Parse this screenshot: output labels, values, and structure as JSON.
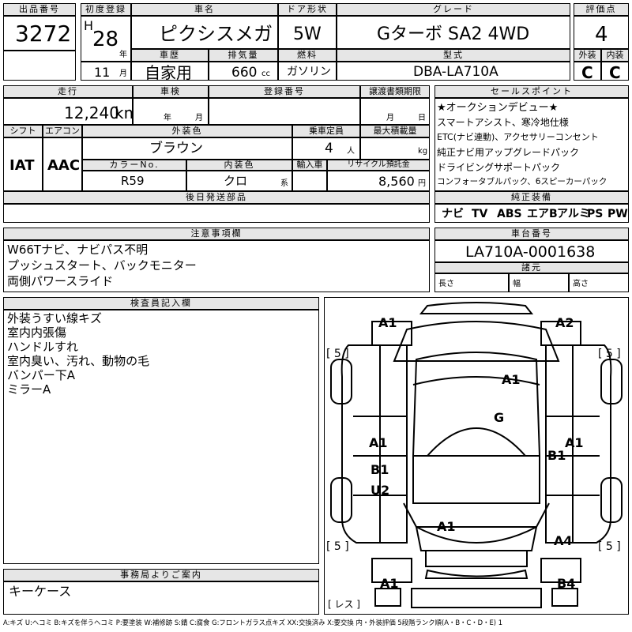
{
  "header": {
    "lot_label": "出品番号",
    "lot_number": "3272",
    "first_reg_label": "初度登録",
    "era": "H",
    "year": "28",
    "year_unit": "年",
    "month": "11",
    "month_unit": "月",
    "name_label": "車名",
    "car_name": "ピクシスメガ",
    "door_label": "ドア形状",
    "door": "5W",
    "grade_label": "グレード",
    "grade": "Gターボ SA2 4WD",
    "score_label": "評価点",
    "score": "4",
    "history_label": "車歴",
    "history": "自家用",
    "displacement_label": "排気量",
    "displacement": "660",
    "cc": "cc",
    "fuel_label": "燃料",
    "fuel": "ガソリン",
    "model_label": "型式",
    "model": "DBA-LA710A",
    "exterior_label": "外装",
    "exterior_grade": "C",
    "interior_label": "内装",
    "interior_grade": "C"
  },
  "row2": {
    "mileage_label": "走行",
    "mileage": "12,240",
    "km": "km",
    "inspection_label": "車検",
    "insp_year_unit": "年",
    "insp_month_unit": "月",
    "plate_label": "登録番号",
    "transfer_label": "譲渡書類期限",
    "transfer_month_unit": "月",
    "transfer_day_unit": "日"
  },
  "specs": {
    "shift_label": "シフト",
    "shift": "IAT",
    "ac_label": "エアコン",
    "ac": "AAC",
    "color_label": "外装色",
    "color": "ブラウン",
    "capacity_label": "乗車定員",
    "capacity": "4",
    "capacity_unit": "人",
    "load_label": "最大積載量",
    "load_unit": "kg",
    "color_no_label": "カラーNo.",
    "color_no": "R59",
    "int_color_label": "内装色",
    "int_color": "クロ",
    "int_color_unit": "系",
    "import_label": "輸入車",
    "recycle_label": "リサイクル預託金",
    "recycle": "8,560",
    "recycle_unit": "円",
    "later_parts_label": "後日発送部品"
  },
  "sales_points": {
    "label": "セールスポイント",
    "lines": [
      "★オークションデビュー★",
      "スマートアシスト、寒冷地仕様",
      "ETC(ナビ連動)、アクセサリーコンセント",
      "純正ナビ用アップグレードパック",
      "ドライビングサポートパック",
      "コンフォータブルパック、6スピーカーパック"
    ]
  },
  "equipment": {
    "label": "純正装備",
    "items": [
      "ナビ",
      "TV",
      "ABS",
      "エアB",
      "アルミ",
      "PS",
      "PW"
    ]
  },
  "notes": {
    "label": "注意事項欄",
    "lines": [
      "W66Tナビ、ナビパス不明",
      "プッシュスタート、バックモニター",
      "両側パワースライド"
    ]
  },
  "chassis": {
    "label": "車台番号",
    "number": "LA710A-0001638",
    "dims_label": "諸元",
    "length_label": "長さ",
    "width_label": "幅",
    "height_label": "高さ"
  },
  "inspector": {
    "label": "検査員記入欄",
    "lines": [
      "外装うすい線キズ",
      "室内内張傷",
      "ハンドルすれ",
      "室内臭い、汚れ、動物の毛",
      "バンパー下A",
      "ミラーA"
    ]
  },
  "office": {
    "label": "事務局よりご案内",
    "text": "キーケース"
  },
  "diagram": {
    "marks": {
      "front_left": "A1",
      "front_right": "A2",
      "hood": "A1",
      "roof": "G",
      "left_door": "A1",
      "left_rear_door": "B1",
      "left_sill": "U2",
      "right_door": "A1",
      "right_rear_door": "B1",
      "tailgate": "A1",
      "rear_right": "A4",
      "rear_left": "A1",
      "rear_right_bottom": "B4"
    },
    "tires": [
      "[ 5 ]",
      "[ 5 ]",
      "[ 5 ]",
      "[ 5 ]"
    ],
    "spare": "[ レス ]"
  },
  "legend": "A:キズ U:ヘコミ B:キズを伴うヘコミ P:要塗装 W:補修跡 S:錆 C:腐食 G:フロントガラス点キズ XX:交換済み X:要交換 内・外装評価 5段階ランク順(A・B・C・D・E) 1"
}
